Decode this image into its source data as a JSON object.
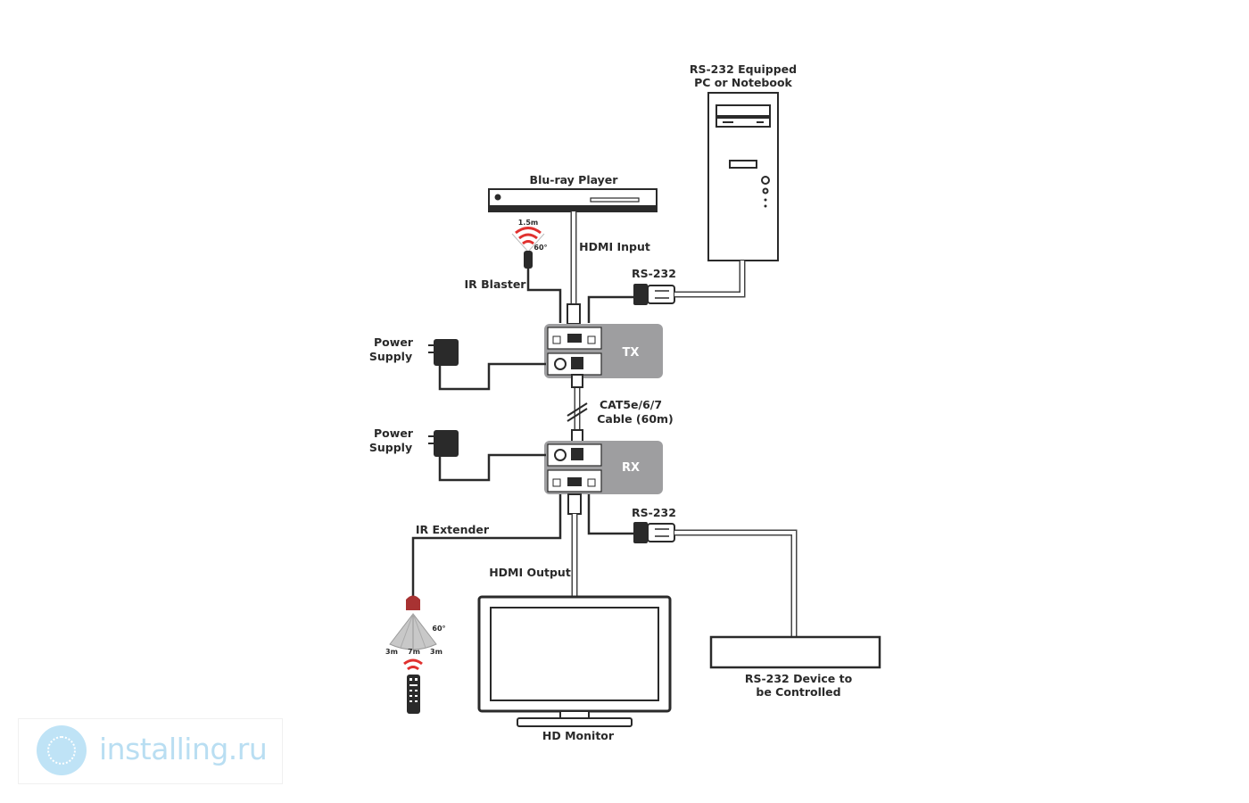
{
  "labels": {
    "pc": [
      "RS-232 Equipped",
      "PC or Notebook"
    ],
    "bluray": "Blu-ray Player",
    "ir_range_dist": "1.5m",
    "ir_range_angle": "60°",
    "hdmi_input": "HDMI Input",
    "rs232_top": "RS-232",
    "ir_blaster": "IR Blaster",
    "power_supply": [
      "Power",
      "Supply"
    ],
    "tx": "TX",
    "cable": [
      "CAT5e/6/7",
      "Cable (60m)"
    ],
    "rx": "RX",
    "rs232_bottom": "RS-232",
    "ir_extender": "IR Extender",
    "hdmi_output": "HDMI Output",
    "ext_angle": "60°",
    "ext_left": "3m",
    "ext_mid": "7m",
    "ext_right": "3m",
    "rs232_device": [
      "RS-232 Device to",
      "be Controlled"
    ],
    "monitor": "HD Monitor"
  },
  "watermark": "installing.ru",
  "colors": {
    "device_fill": "#9e9ea0",
    "ir_red": "#e0312f",
    "line": "#2a2a2a",
    "watermark": "#b9def2"
  }
}
